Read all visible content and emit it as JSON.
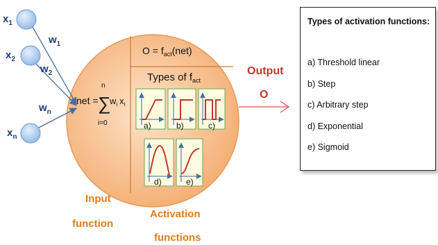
{
  "inputs": [
    {
      "label": "x",
      "sub": "1"
    },
    {
      "label": "x",
      "sub": "2"
    },
    {
      "label": "x",
      "sub": "n"
    }
  ],
  "weights": [
    {
      "label": "w",
      "sub": "1"
    },
    {
      "label": "w",
      "sub": "2"
    },
    {
      "label": "w",
      "sub": "n"
    }
  ],
  "net_formula": {
    "lhs": "net =",
    "sigma": "∑",
    "upper": "n",
    "lower": "i=0",
    "w": "w",
    "w_sub": "i",
    "x": "x",
    "x_sub": "i"
  },
  "output_formula": {
    "o": "O = f",
    "sub": "act",
    "arg": "(net)"
  },
  "types_heading": {
    "text": "Types of f",
    "sub": "act"
  },
  "activation_tiles": [
    {
      "label": "a)"
    },
    {
      "label": "b)"
    },
    {
      "label": "c)"
    },
    {
      "label": "d)"
    },
    {
      "label": "e)"
    }
  ],
  "output": {
    "line1": "Output",
    "line2": "O"
  },
  "input_function": {
    "line1": "Input",
    "line2": "function"
  },
  "activation_functions": {
    "line1": "Activation",
    "line2": "functions"
  },
  "panel": {
    "title": "Types of activation functions:",
    "items": [
      "a) Threshold linear",
      "b) Step",
      "c) Arbitrary step",
      "d) Exponential",
      "e) Sigmoid"
    ]
  },
  "colors": {
    "node": "#aecdf0",
    "neuron": "#f8c08f",
    "label_blue": "#1f3f7a",
    "label_orange": "#e07b1a",
    "output_red": "#c0392b",
    "curve_red": "#c0392b"
  }
}
